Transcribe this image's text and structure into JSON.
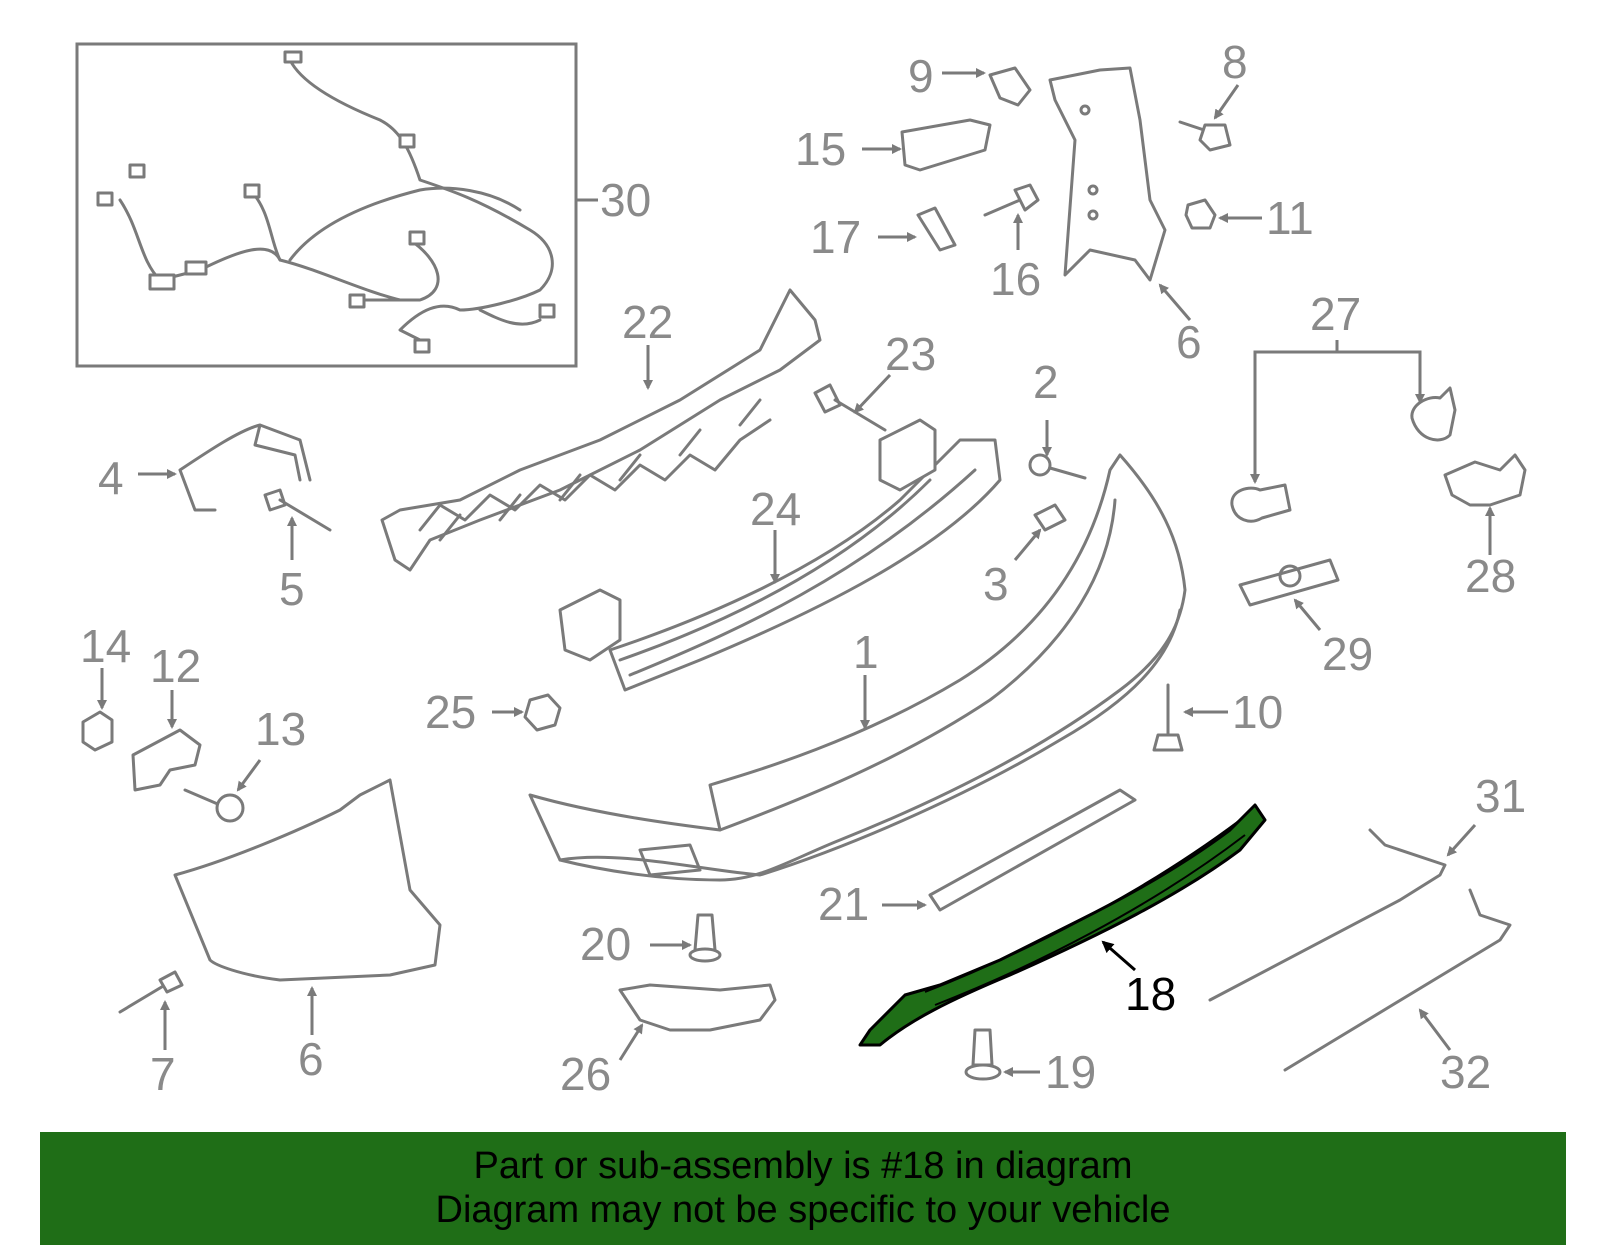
{
  "colors": {
    "highlight": "#1f6e17",
    "line": "#7a7a7a",
    "callout_text": "#8a8a8a"
  },
  "callouts": {
    "c1": "1",
    "c2": "2",
    "c3": "3",
    "c4": "4",
    "c5": "5",
    "c6a": "6",
    "c6b": "6",
    "c7": "7",
    "c8": "8",
    "c9": "9",
    "c10": "10",
    "c11": "11",
    "c12": "12",
    "c13": "13",
    "c14": "14",
    "c15": "15",
    "c16": "16",
    "c17": "17",
    "c18": "18",
    "c19": "19",
    "c20": "20",
    "c21": "21",
    "c22": "22",
    "c23": "23",
    "c24": "24",
    "c25": "25",
    "c26": "26",
    "c27": "27",
    "c28": "28",
    "c29": "29",
    "c30": "30",
    "c31": "31",
    "c32": "32"
  },
  "highlighted_part": "18",
  "banner": {
    "line1": "Part or sub-assembly is #18 in diagram",
    "line2": "Diagram may not be specific to your vehicle"
  }
}
